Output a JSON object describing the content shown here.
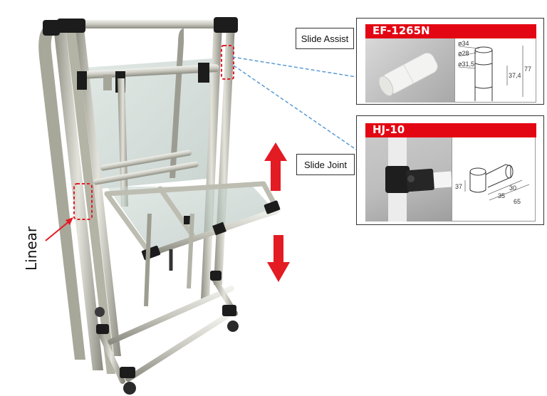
{
  "callouts": {
    "slide_assist": {
      "label": "Slide Assist"
    },
    "slide_joint": {
      "label": "Slide Joint"
    },
    "linear": {
      "label": "Linear"
    }
  },
  "products": [
    {
      "code": "EF-1265N",
      "name": "Slide Assist",
      "dimensions": {
        "outer_diameter": "ø34",
        "inner_diameter": "ø28",
        "mid_diameter": "ø31,5",
        "section_length": "37,4",
        "total_length": "77"
      }
    },
    {
      "code": "HJ-10",
      "name": "Slide Joint",
      "dimensions": {
        "height": "37",
        "offset_a": "35",
        "offset_b": "30",
        "total_length": "65"
      }
    }
  ],
  "arrows": {
    "up": "arrow-up",
    "down": "arrow-down"
  },
  "colors": {
    "accent_red": "#e30613",
    "callout_line": "#5b9bd5",
    "highlight_red": "#e31b23",
    "frame_tube": "#b8b8ae",
    "joint_black": "#1c1c1c"
  }
}
